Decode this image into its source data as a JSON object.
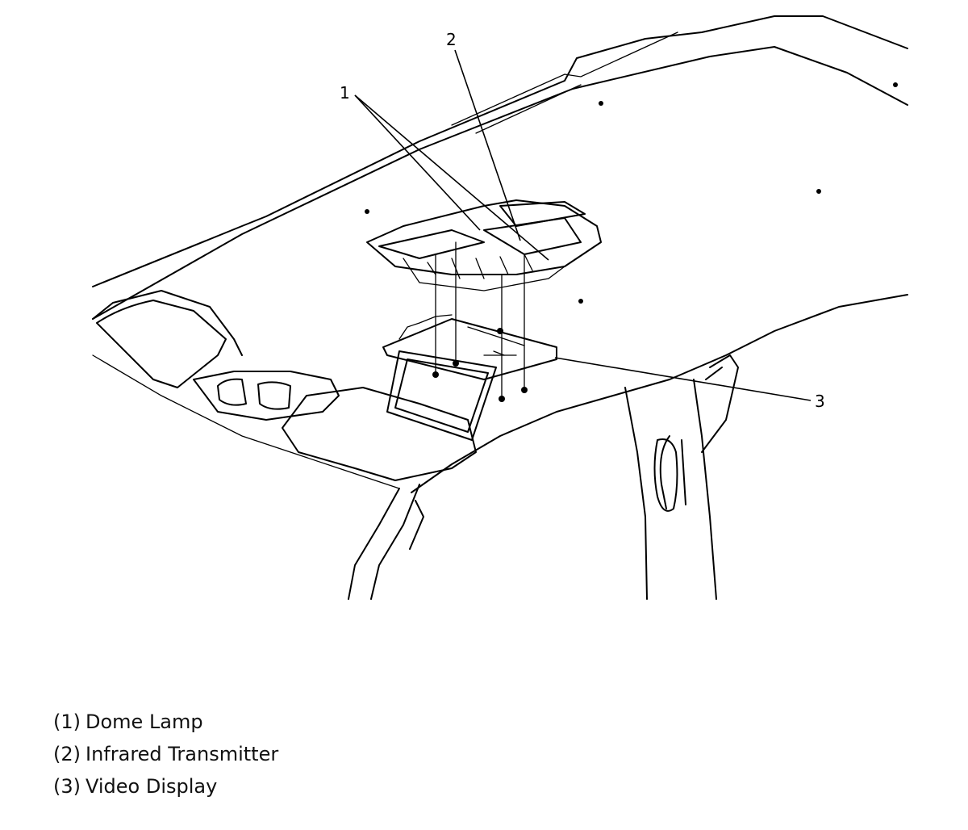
{
  "callouts": [
    {
      "id": "1",
      "label": "1"
    },
    {
      "id": "2",
      "label": "2"
    },
    {
      "id": "3",
      "label": "3"
    }
  ],
  "legend": [
    {
      "num": "(1)",
      "text": "Dome Lamp"
    },
    {
      "num": "(2)",
      "text": "Infrared Transmitter"
    },
    {
      "num": "(3)",
      "text": "Video Display"
    }
  ]
}
